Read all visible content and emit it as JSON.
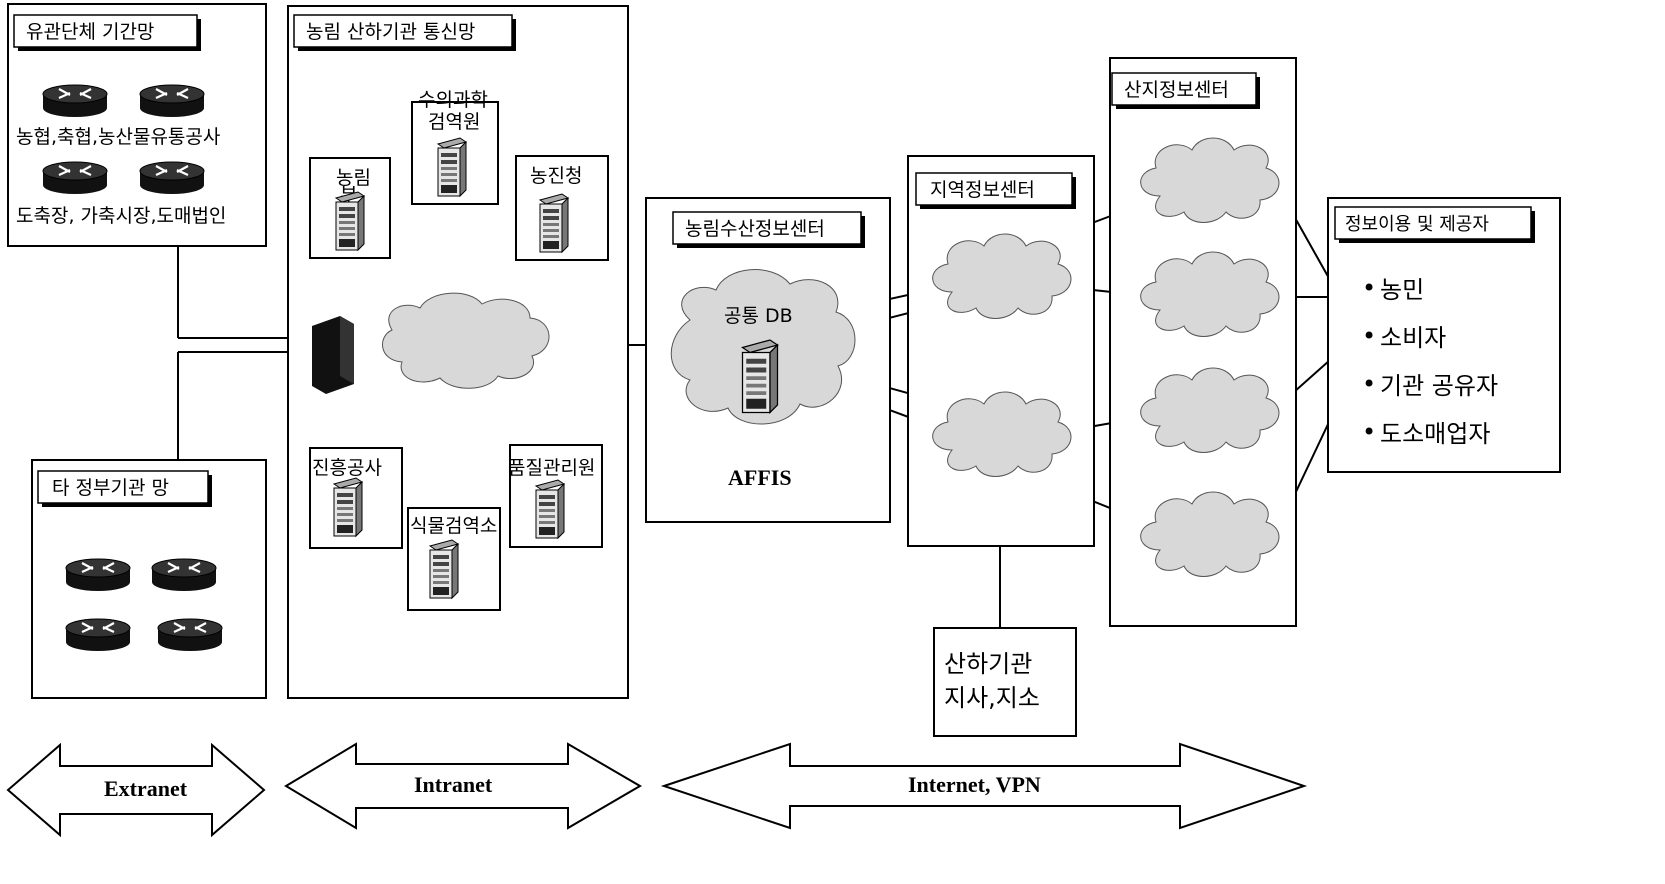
{
  "groups": {
    "extranet_org": {
      "title": "유관단체 기간망",
      "row1": "농협,축협,농산물유통공사",
      "row2": "도축장, 가축시장,도매법인"
    },
    "intranet": {
      "title": "농림 산하기관 통신망",
      "nodes": {
        "ministry_l1": "농림",
        "ministry_l2": "부",
        "quarantine_l1": "수의과학",
        "quarantine_l2": "검역원",
        "rda": "농진청",
        "rural_corp": "진흥공사",
        "plant_quarantine": "식물검역소",
        "quality_mgmt": "품질관리원"
      }
    },
    "gov_network": {
      "title": "타 정부기관 망"
    },
    "affis": {
      "title": "농림수산정보센터",
      "db_label": "공통 DB",
      "name": "AFFIS"
    },
    "regional": {
      "title": "지역정보센터"
    },
    "forest": {
      "title": "산지정보센터"
    },
    "branch": {
      "line1": "산하기관",
      "line2": "지사,지소"
    },
    "users": {
      "title": "정보이용 및 제공자",
      "items": [
        "농민",
        "소비자",
        "기관 공유자",
        "도소매업자"
      ],
      "bullet": "•"
    }
  },
  "arrows": {
    "extranet": "Extranet",
    "intranet": "Intranet",
    "internet": "Internet, VPN"
  },
  "icons": {
    "router": "router-icon",
    "server": "server-icon",
    "firewall": "firewall-icon",
    "cloud": "cloud-icon"
  }
}
